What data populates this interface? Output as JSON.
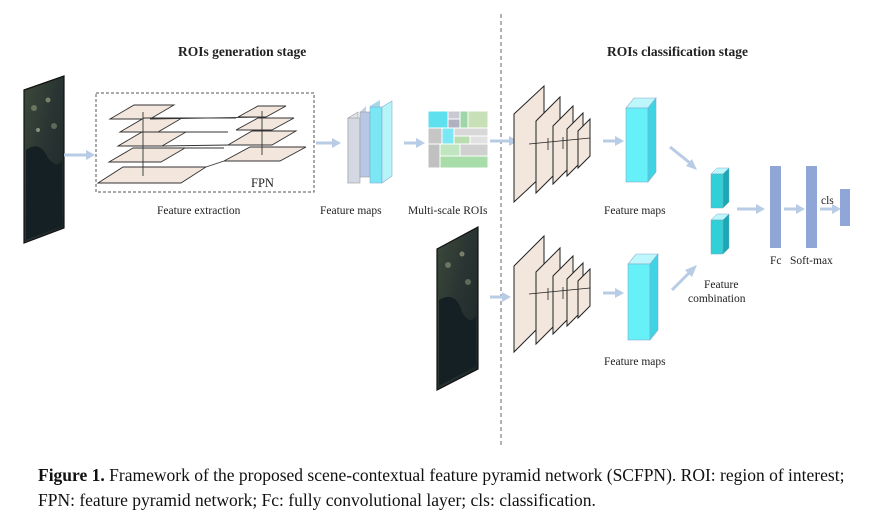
{
  "stages": {
    "generation": "ROIs generation stage",
    "classification": "ROIs classification stage"
  },
  "labels": {
    "fpn": "FPN",
    "feature_extraction": "Feature extraction",
    "feature_maps_1": "Feature maps",
    "multi_scale_rois": "Multi-scale ROIs",
    "feature_maps_2": "Feature maps",
    "feature_maps_3": "Feature maps",
    "feature_combination_1": "Feature",
    "feature_combination_2": "combination",
    "fc": "Fc",
    "softmax": "Soft-max",
    "cls": "cls"
  },
  "caption": {
    "label": "Figure 1.",
    "text": " Framework of the proposed scene-contextual feature pyramid network (SCFPN). ROI: region of interest; FPN: feature pyramid network; Fc: fully convolutional layer; cls: classification."
  },
  "colors": {
    "arrow": "#b8cce6",
    "fpn_plane": "#f3e6dc",
    "feature_map_cyan": "#66f0f8",
    "fc_bar": "#8fa6d6",
    "satellite_dark": "#1f2a2e",
    "divider": "#666666"
  }
}
